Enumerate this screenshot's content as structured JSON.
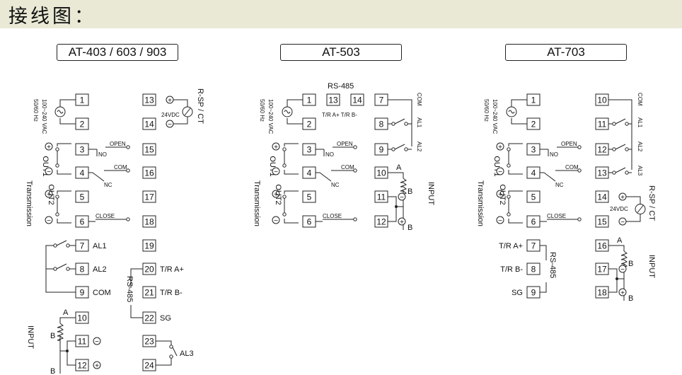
{
  "header": {
    "title": "接线图："
  },
  "models": [
    "AT-403 / 603 / 903",
    "AT-503",
    "AT-703"
  ],
  "labels": {
    "power": [
      "100~240 VAC",
      "50/60 Hz"
    ],
    "out1": "OUT1",
    "out2": "OUT2",
    "transmission": "Transmission",
    "open": "OPEN",
    "close": "CLOSE",
    "com": "COM",
    "no": "NO",
    "nc": "NC",
    "al1": "AL1",
    "al2": "AL2",
    "al3": "AL3",
    "rsp_ct": "R-SP / CT",
    "vdc": "24VDC",
    "rs485": "RS-485",
    "tra": "T/R A+",
    "trb": "T/R B-",
    "sg": "SG",
    "input": "INPUT",
    "a": "A",
    "b": "B",
    "tra_trb": "T/R A+  T/R B-",
    "plus": "+",
    "minus": "−"
  },
  "terminals": {
    "d1": [
      "1",
      "2",
      "3",
      "4",
      "5",
      "6",
      "7",
      "8",
      "9",
      "10",
      "11",
      "12",
      "13",
      "14",
      "15",
      "16",
      "17",
      "18",
      "19",
      "20",
      "21",
      "22",
      "23",
      "24"
    ],
    "d2": [
      "1",
      "2",
      "3",
      "4",
      "5",
      "6",
      "7",
      "8",
      "9",
      "10",
      "11",
      "12",
      "13",
      "14"
    ],
    "d3": [
      "1",
      "2",
      "3",
      "4",
      "5",
      "6",
      "7",
      "8",
      "9",
      "10",
      "11",
      "12",
      "13",
      "14",
      "15",
      "16",
      "17",
      "18"
    ]
  }
}
